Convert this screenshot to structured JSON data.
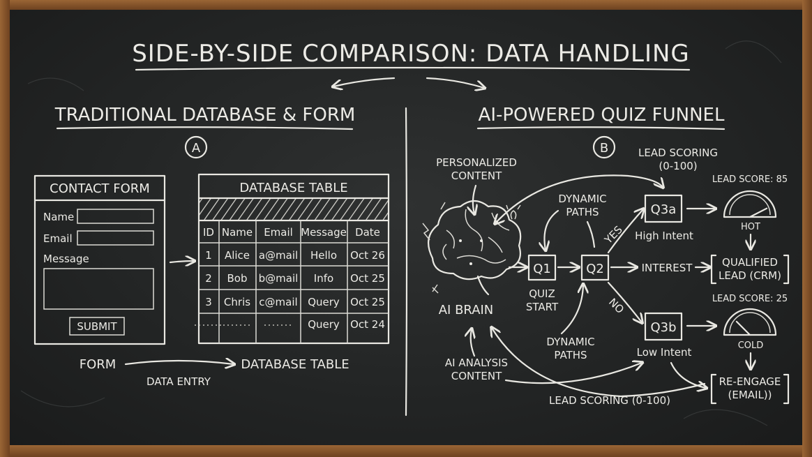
{
  "title": "SIDE-BY-SIDE COMPARISON: DATA HANDLING",
  "left": {
    "heading": "TRADITIONAL DATABASE & FORM",
    "badge": "A",
    "form": {
      "title": "CONTACT FORM",
      "fields": [
        "Name",
        "Email",
        "Message"
      ],
      "submit": "SUBMIT"
    },
    "table": {
      "title": "DATABASE TABLE",
      "columns": [
        "ID",
        "Name",
        "Email",
        "Message",
        "Date"
      ],
      "rows": [
        [
          "1",
          "Alice",
          "a@mail",
          "Hello",
          "Oct 26"
        ],
        [
          "2",
          "Bob",
          "b@mail",
          "Info",
          "Oct 25"
        ],
        [
          "3",
          "Chris",
          "c@mail",
          "Query",
          "Oct 25"
        ],
        [
          "",
          "",
          "",
          "Query",
          "Oct 24"
        ]
      ]
    },
    "flow": {
      "from": "FORM",
      "to": "DATABASE TABLE",
      "label": "DATA ENTRY"
    }
  },
  "right": {
    "heading": "AI-POWERED QUIZ FUNNEL",
    "badge": "B",
    "brain_label": "AI BRAIN",
    "personalized": [
      "PERSONALIZED",
      "CONTENT"
    ],
    "lead_scoring_top": [
      "LEAD SCORING",
      "(0-100)"
    ],
    "dynamic_top": [
      "DYNAMIC",
      "PATHS"
    ],
    "dynamic_bottom": [
      "DYNAMIC",
      "PATHS"
    ],
    "analysis": [
      "AI ANALYSIS",
      "CONTENT"
    ],
    "lead_scoring_bottom": "LEAD SCORING (0-100)",
    "q1": "Q1",
    "q1_caption": [
      "QUIZ",
      "START"
    ],
    "q2": "Q2",
    "q3a": "Q3a",
    "q3a_caption": "High Intent",
    "q3b": "Q3b",
    "q3b_caption": "Low Intent",
    "yes": "YES",
    "no": "NO",
    "interest": "INTEREST",
    "hot": {
      "score_label": "LEAD SCORE: 85",
      "state": "HOT",
      "score": 85
    },
    "cold": {
      "score_label": "LEAD SCORE: 25",
      "state": "COLD",
      "score": 25
    },
    "qualified": [
      "QUALIFIED",
      "LEAD (CRM)"
    ],
    "reengage": [
      "RE-ENGAGE",
      "(EMAIL))"
    ]
  }
}
